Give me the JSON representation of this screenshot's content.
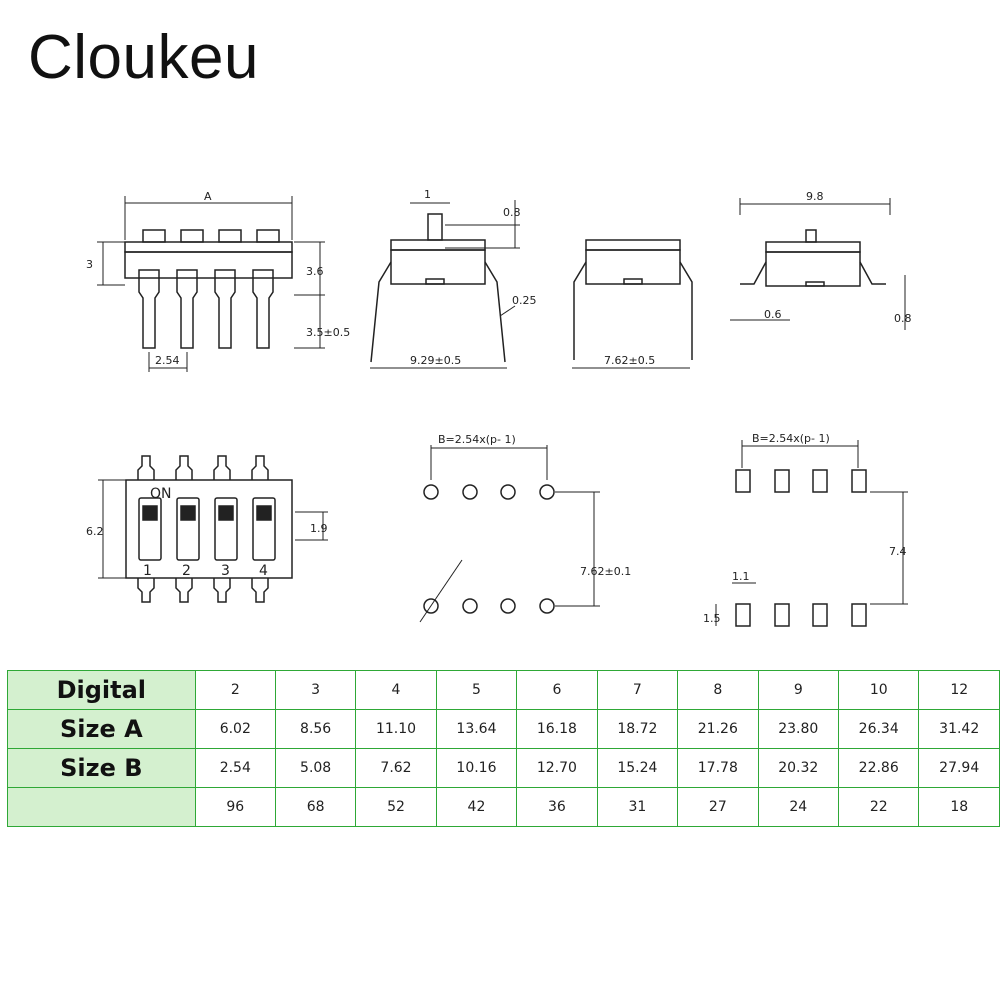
{
  "brand": "Cloukeu",
  "colors": {
    "table_border": "#2ea836",
    "header_fill": "#d4f0cf",
    "ink": "#222222"
  },
  "drawings": {
    "front": {
      "width": "A",
      "height": "3",
      "top": "3.6",
      "lead": "3.5±0.5",
      "pitch": "2.54"
    },
    "side_tht": {
      "w": "1",
      "h": "0.8",
      "lead_t": "0.25",
      "span": "9.29±0.5"
    },
    "end_tht": {
      "span": "7.62±0.5"
    },
    "side_smd": {
      "width": "9.8",
      "foot": "0.6",
      "h": "0.8"
    },
    "top": {
      "on": "ON",
      "height": "6.2",
      "pos": "1.9",
      "nums": [
        "1",
        "2",
        "3",
        "4"
      ]
    },
    "pcb_tht": {
      "b": "B=2.54x(p- 1)",
      "row": "7.62±0.1"
    },
    "pcb_smd": {
      "b": "B=2.54x(p- 1)",
      "row": "7.4",
      "pw": "1.1",
      "ph": "1.5"
    }
  },
  "table": {
    "rows": [
      {
        "label": "Digital",
        "values": [
          "2",
          "3",
          "4",
          "5",
          "6",
          "7",
          "8",
          "9",
          "10",
          "12"
        ]
      },
      {
        "label": "Size A",
        "values": [
          "6.02",
          "8.56",
          "11.10",
          "13.64",
          "16.18",
          "18.72",
          "21.26",
          "23.80",
          "26.34",
          "31.42"
        ]
      },
      {
        "label": "Size B",
        "values": [
          "2.54",
          "5.08",
          "7.62",
          "10.16",
          "12.70",
          "15.24",
          "17.78",
          "20.32",
          "22.86",
          "27.94"
        ]
      },
      {
        "label": "",
        "values": [
          "96",
          "68",
          "52",
          "42",
          "36",
          "31",
          "27",
          "24",
          "22",
          "18"
        ]
      }
    ]
  }
}
